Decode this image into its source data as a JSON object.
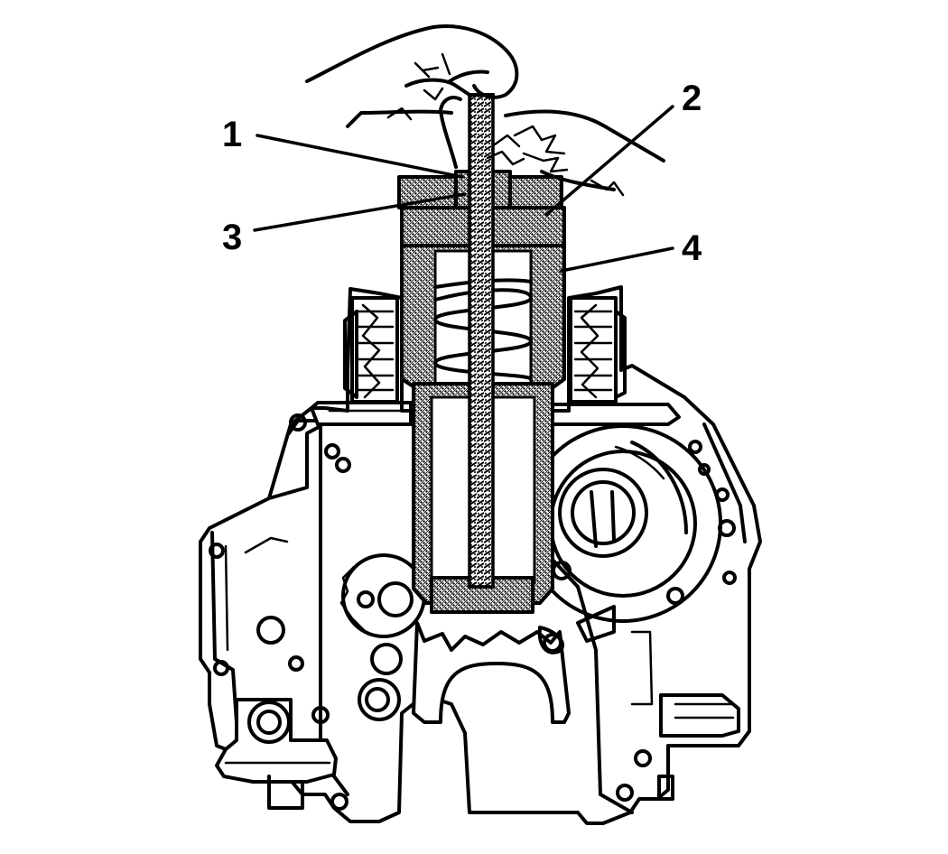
{
  "figure": {
    "description_labels": [],
    "callouts": [
      {
        "id": "callout-1",
        "label": "1"
      },
      {
        "id": "callout-2",
        "label": "2"
      },
      {
        "id": "callout-3",
        "label": "3"
      },
      {
        "id": "callout-4",
        "label": "4"
      }
    ],
    "colors": {
      "ink": "#000000",
      "paper": "#ffffff",
      "tool_hatch": "#000000"
    }
  }
}
